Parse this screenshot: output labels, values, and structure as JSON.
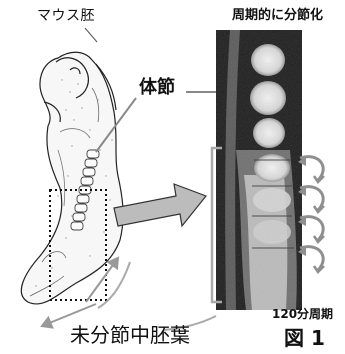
{
  "labels": {
    "mouse_embryo": "マウス胚",
    "periodic_segmentation": "周期的に分節化",
    "somite": "体節",
    "period": "120分周期",
    "presomitic_mesoderm": "未分節中胚葉",
    "figure_number": "図 1"
  },
  "colors": {
    "ink": "#111111",
    "arrow_gray": "#9a9a9a",
    "micrograph_dark": "#1c1c1c",
    "micrograph_light": "#e6e6e6"
  },
  "icons": [
    "zoom-arrow-icon",
    "cycle-arrow-icon"
  ]
}
